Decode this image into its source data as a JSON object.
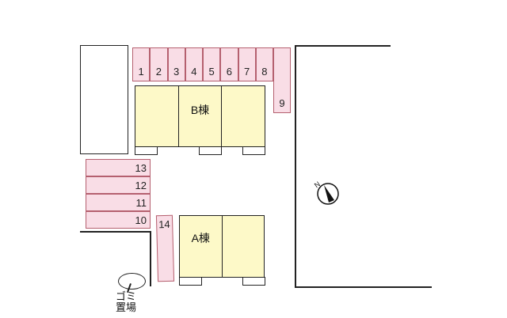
{
  "buildings": {
    "b": {
      "label": "B棟"
    },
    "a": {
      "label": "A棟"
    }
  },
  "parking": {
    "top": [
      "1",
      "2",
      "3",
      "4",
      "5",
      "6",
      "7",
      "8"
    ],
    "corner": "9",
    "left": [
      "13",
      "12",
      "11",
      "10"
    ],
    "single": "14"
  },
  "garbage": {
    "line1": "ゴミ",
    "line2": "置場"
  },
  "compass": {
    "label": "N"
  },
  "colors": {
    "building": "#fdf9c8",
    "parking": "#f9dde6",
    "parking_border": "#b5606f"
  }
}
